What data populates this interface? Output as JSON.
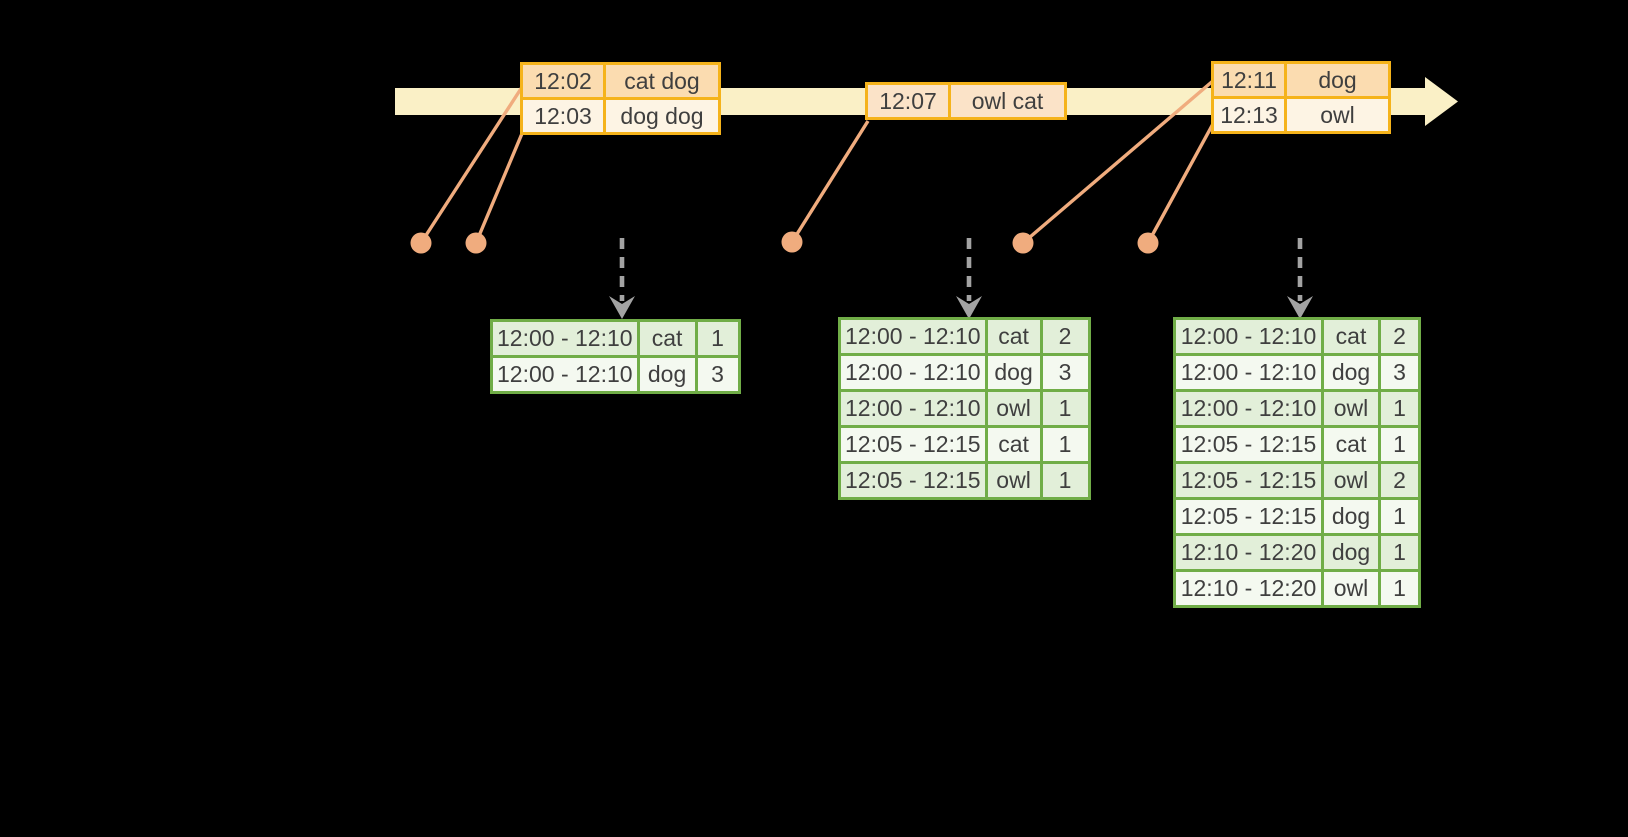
{
  "colors": {
    "background": "#000000",
    "timeline_band": "#FAF0C6",
    "event_border": "#F5B31B",
    "event_row_peach": "#FBDCB0",
    "event_row_cream": "#FDF4E4",
    "event_row_light_peach": "#FBE3C8",
    "result_border": "#70AD47",
    "result_row_green": "#E2EFD9",
    "result_row_white": "#F4F9F0",
    "connector": "#F0AC7E",
    "trigger_arrow": "#A3A3A3",
    "text": "#3F3F3F"
  },
  "event_tables": [
    {
      "rows": [
        {
          "time": "12:02",
          "words": "cat dog"
        },
        {
          "time": "12:03",
          "words": "dog dog"
        }
      ]
    },
    {
      "rows": [
        {
          "time": "12:07",
          "words": "owl cat"
        }
      ]
    },
    {
      "rows": [
        {
          "time": "12:11",
          "words": "dog"
        },
        {
          "time": "12:13",
          "words": "owl"
        }
      ]
    }
  ],
  "result_tables": [
    {
      "rows": [
        {
          "window": "12:00 - 12:10",
          "word": "cat",
          "count": "1"
        },
        {
          "window": "12:00 - 12:10",
          "word": "dog",
          "count": "3"
        }
      ]
    },
    {
      "rows": [
        {
          "window": "12:00 - 12:10",
          "word": "cat",
          "count": "2"
        },
        {
          "window": "12:00 - 12:10",
          "word": "dog",
          "count": "3"
        },
        {
          "window": "12:00 - 12:10",
          "word": "owl",
          "count": "1"
        },
        {
          "window": "12:05 - 12:15",
          "word": "cat",
          "count": "1"
        },
        {
          "window": "12:05 - 12:15",
          "word": "owl",
          "count": "1"
        }
      ]
    },
    {
      "rows": [
        {
          "window": "12:00 - 12:10",
          "word": "cat",
          "count": "2"
        },
        {
          "window": "12:00 - 12:10",
          "word": "dog",
          "count": "3"
        },
        {
          "window": "12:00 - 12:10",
          "word": "owl",
          "count": "1"
        },
        {
          "window": "12:05 - 12:15",
          "word": "cat",
          "count": "1"
        },
        {
          "window": "12:05 - 12:15",
          "word": "owl",
          "count": "2"
        },
        {
          "window": "12:05 - 12:15",
          "word": "dog",
          "count": "1"
        },
        {
          "window": "12:10 - 12:20",
          "word": "dog",
          "count": "1"
        },
        {
          "window": "12:10 - 12:20",
          "word": "owl",
          "count": "1"
        }
      ]
    }
  ]
}
